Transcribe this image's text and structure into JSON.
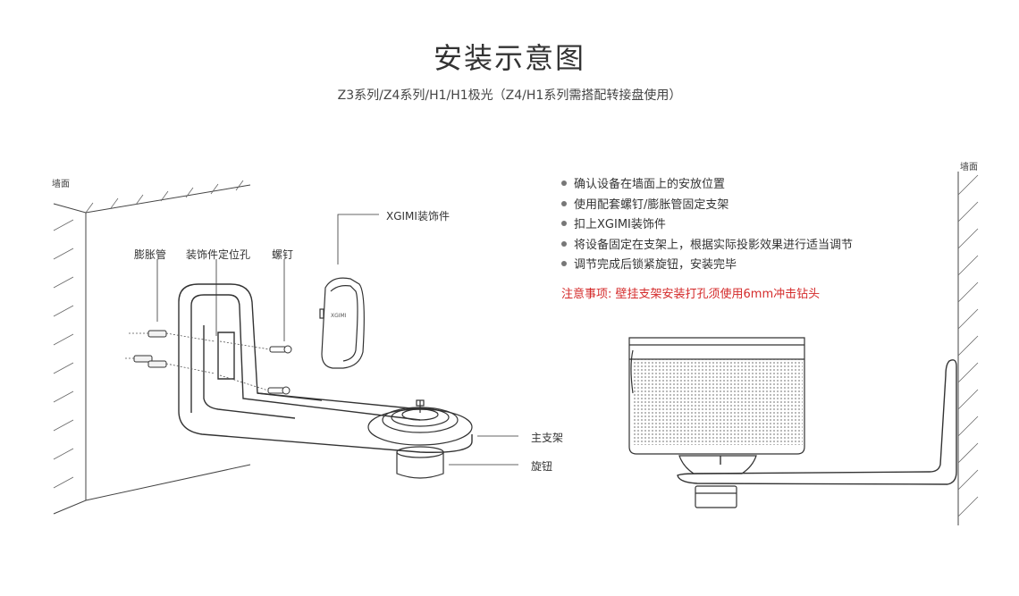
{
  "header": {
    "title": "安装示意图",
    "subtitle": "Z3系列/Z4系列/H1/H1极光（Z4/H1系列需搭配转接盘使用）"
  },
  "left_diagram": {
    "wall_label": "墙面",
    "labels": {
      "anchor": "膨胀管",
      "positioning_hole": "装饰件定位孔",
      "screw": "螺钉",
      "cover": "XGIMI装饰件",
      "main_bracket": "主支架",
      "knob": "旋钮"
    },
    "cover_logo": "XGIMI"
  },
  "right_diagram": {
    "wall_label": "墙面"
  },
  "instructions": {
    "steps": [
      "确认设备在墙面上的安放位置",
      "使用配套螺钉/膨胀管固定支架",
      "扣上XGIMI装饰件",
      "将设备固定在支架上，根据实际投影效果进行适当调节",
      "调节完成后锁紧旋钮，安装完毕"
    ],
    "warning": "注意事项: 壁挂支架安装打孔须使用6mm冲击钻头"
  },
  "colors": {
    "warning": "#d42a2a",
    "line": "#333333"
  }
}
